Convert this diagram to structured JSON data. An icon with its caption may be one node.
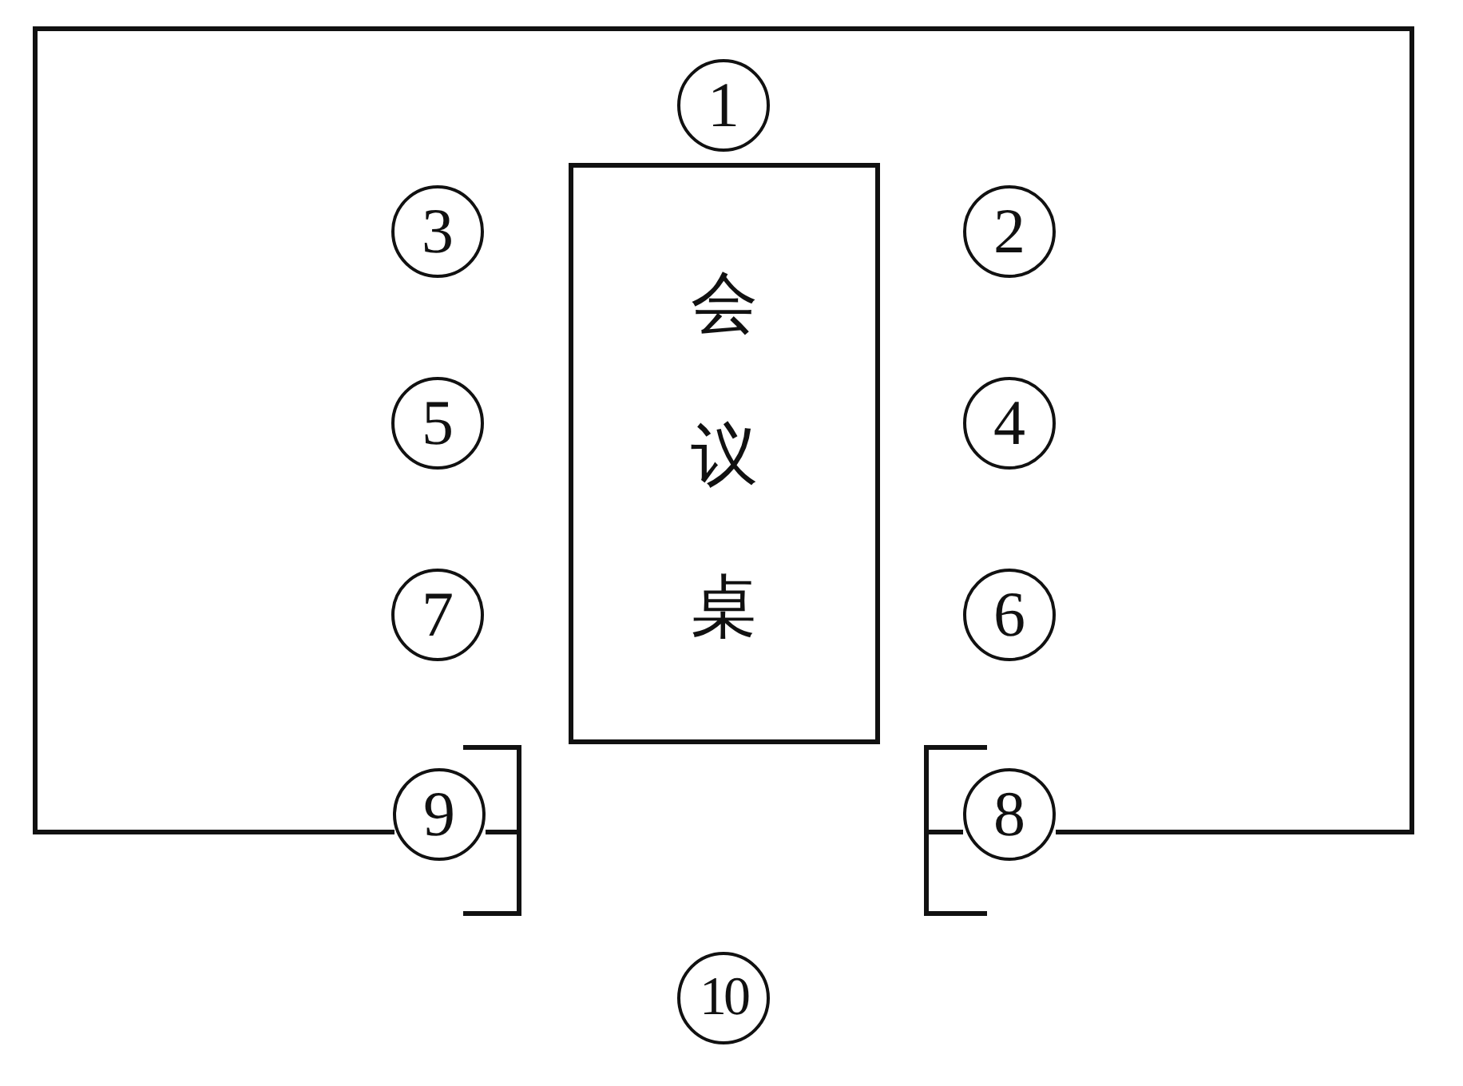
{
  "diagram": {
    "nodes": [
      {
        "text": [
          "1"
        ]
      },
      {
        "text": [
          "3"
        ]
      },
      {
        "text": [
          "会议桌"
        ]
      },
      {
        "text": [
          "2"
        ]
      },
      {
        "text": [
          "5"
        ]
      },
      {
        "text": [
          "4"
        ]
      },
      {
        "text": [
          "7"
        ]
      },
      {
        "text": [
          "6"
        ]
      },
      {
        "text": [
          "9"
        ]
      },
      {
        "text": [
          "8"
        ]
      },
      {
        "text": [
          "10"
        ]
      }
    ]
  }
}
